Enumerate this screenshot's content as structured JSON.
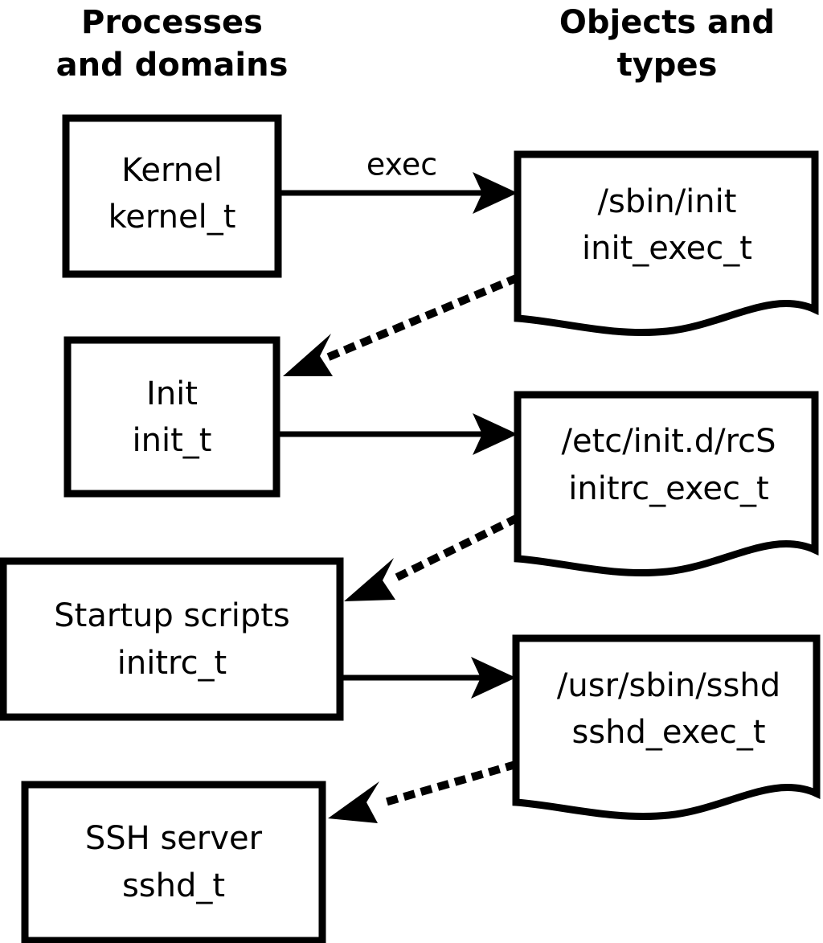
{
  "diagram": {
    "title_columns": [
      {
        "id": "processes",
        "line1": "Processes",
        "line2": "and domains"
      },
      {
        "id": "objects",
        "line1": "Objects and",
        "line2": "types"
      }
    ],
    "colors": {
      "stroke": "#000000",
      "fill": "#ffffff",
      "background": "#ffffff"
    },
    "process_nodes": [
      {
        "id": "kernel",
        "line1": "Kernel",
        "line2": "kernel_t"
      },
      {
        "id": "init",
        "line1": "Init",
        "line2": "init_t"
      },
      {
        "id": "startup-scripts",
        "line1": "Startup scripts",
        "line2": "initrc_t"
      },
      {
        "id": "ssh-server",
        "line1": "SSH server",
        "line2": "sshd_t"
      }
    ],
    "object_nodes": [
      {
        "id": "sbin-init",
        "line1": "/sbin/init",
        "line2": "init_exec_t"
      },
      {
        "id": "etc-initd-rcs",
        "line1": "/etc/init.d/rcS",
        "line2": "initrc_exec_t"
      },
      {
        "id": "usr-sbin-sshd",
        "line1": "/usr/sbin/sshd",
        "line2": "sshd_exec_t"
      }
    ],
    "edges": [
      {
        "id": "kernel-exec-sbininit",
        "label": "exec",
        "style": "solid",
        "from": "kernel",
        "to": "sbin-init"
      },
      {
        "id": "sbininit-transition-init",
        "label": "",
        "style": "dotted",
        "from": "sbin-init",
        "to": "init"
      },
      {
        "id": "init-exec-rcs",
        "label": "",
        "style": "solid",
        "from": "init",
        "to": "etc-initd-rcs"
      },
      {
        "id": "rcs-transition-initrc",
        "label": "",
        "style": "dotted",
        "from": "etc-initd-rcs",
        "to": "startup-scripts"
      },
      {
        "id": "initrc-exec-sshd",
        "label": "",
        "style": "solid",
        "from": "startup-scripts",
        "to": "usr-sbin-sshd"
      },
      {
        "id": "sshd-transition-sshdt",
        "label": "",
        "style": "dotted",
        "from": "usr-sbin-sshd",
        "to": "ssh-server"
      }
    ]
  }
}
